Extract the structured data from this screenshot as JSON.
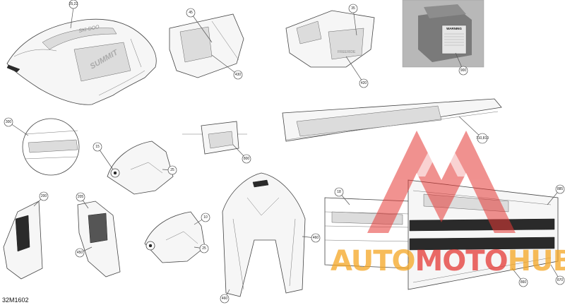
{
  "figure_id": "32M1602",
  "callouts": {
    "c1": "25,22",
    "c2": "45",
    "c3": "430",
    "c4": "35",
    "c5": "420",
    "c6": "900",
    "c7": "300",
    "c8": "15",
    "c9": "25",
    "c10": "800",
    "c11": "710,810",
    "c12": "200",
    "c13": "205",
    "c14": "450",
    "c15": "10",
    "c16": "25",
    "c17": "460",
    "c18": "460",
    "c19": "18",
    "c20": "885",
    "c21": "860",
    "c22": "870"
  },
  "decal_text": {
    "hood_brand": "SKI-DOO",
    "side_brand": "SUMMIT",
    "panel_brand": "FREERIDE",
    "warning_label": "WARNING"
  },
  "watermark": {
    "part1": "AUTO",
    "part2": "MOTO",
    "part3": "HUB",
    "color_orange": "#f5a623",
    "color_red": "#e53935"
  }
}
